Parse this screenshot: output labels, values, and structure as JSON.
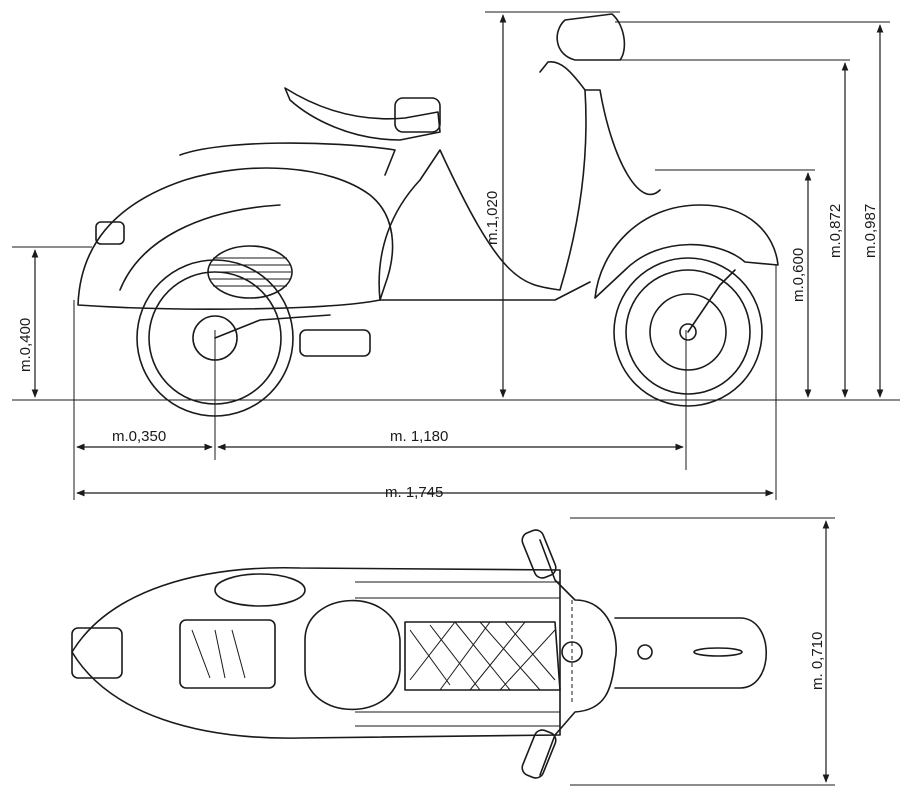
{
  "dimensions": {
    "rear_height": "m.0,400",
    "front_axle_height": "m.0,600",
    "seat_height": "m.1,020",
    "mid_height": "m.0,872",
    "overall_height": "m.0,987",
    "rear_overhang": "m.0,350",
    "wheelbase": "m. 1,180",
    "overall_length": "m. 1,745",
    "overall_width": "m. 0,710"
  }
}
